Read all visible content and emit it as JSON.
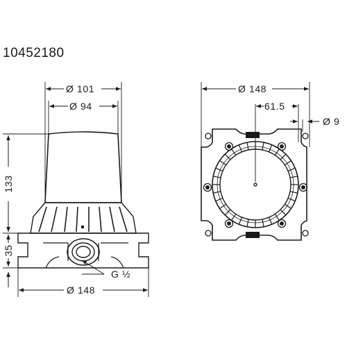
{
  "drawing": {
    "product_code": "10452180",
    "colors": {
      "line": "#1a1a1a",
      "background": "#ffffff"
    },
    "side_view": {
      "dim_outer_top": "Ø 101",
      "dim_inner_top": "Ø 94",
      "dim_height_body": "133",
      "dim_height_base": "35",
      "thread_label": "G ½",
      "dim_base_width": "Ø 148"
    },
    "top_view": {
      "dim_outer": "Ø 148",
      "dim_offset": "61.5",
      "dim_small": "Ø 9"
    }
  }
}
